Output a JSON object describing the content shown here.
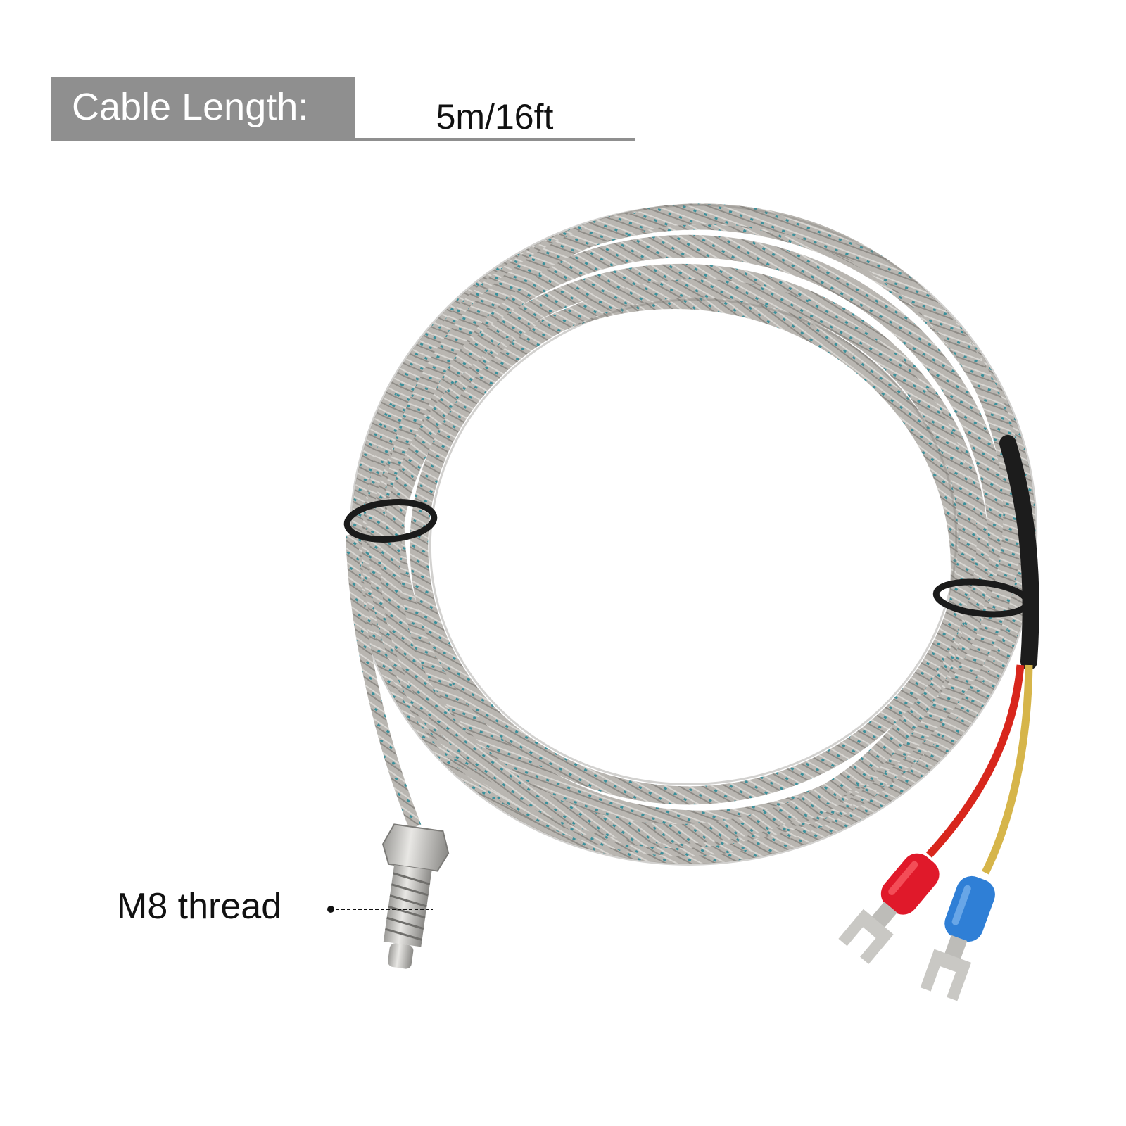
{
  "spec": {
    "label": "Cable Length:",
    "value": "5m/16ft"
  },
  "callouts": {
    "thread": "M8 thread"
  },
  "colors": {
    "label_bg": "#8f8f8f",
    "braid": "#b7b4af",
    "tracer": "#3a8f9a",
    "lead_red": "#d8261c",
    "lead_yellow": "#d6b54a",
    "terminal_red": "#e0192a",
    "terminal_blue": "#2f7fd6"
  }
}
